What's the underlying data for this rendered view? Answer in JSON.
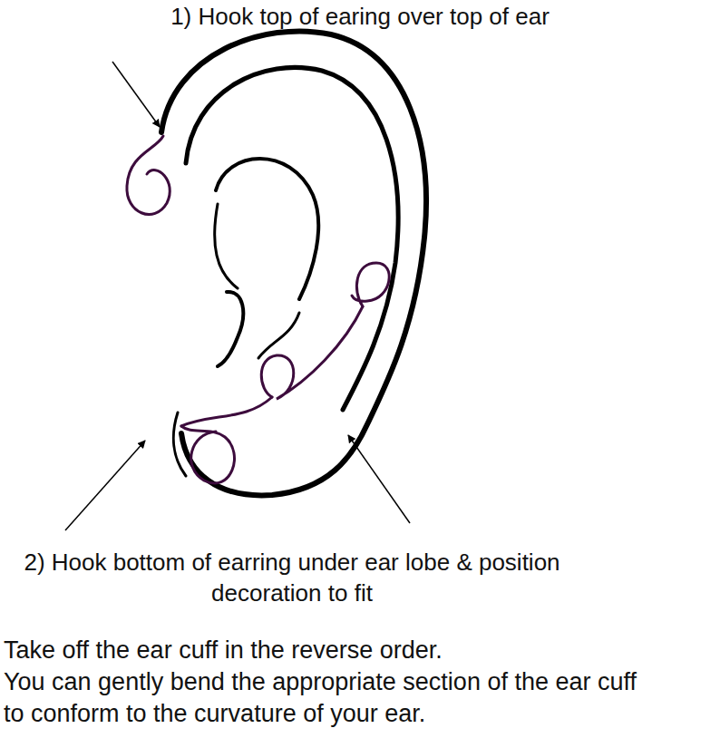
{
  "diagram": {
    "labels": [
      "1) Hook top of earing over top of ear",
      "2) Hook bottom of earring under ear lobe & position decoration to fit",
      "Take off the ear cuff in the reverse order.",
      "You can gently bend the appropriate section of the ear cuff to conform to the curvature of your ear."
    ]
  }
}
